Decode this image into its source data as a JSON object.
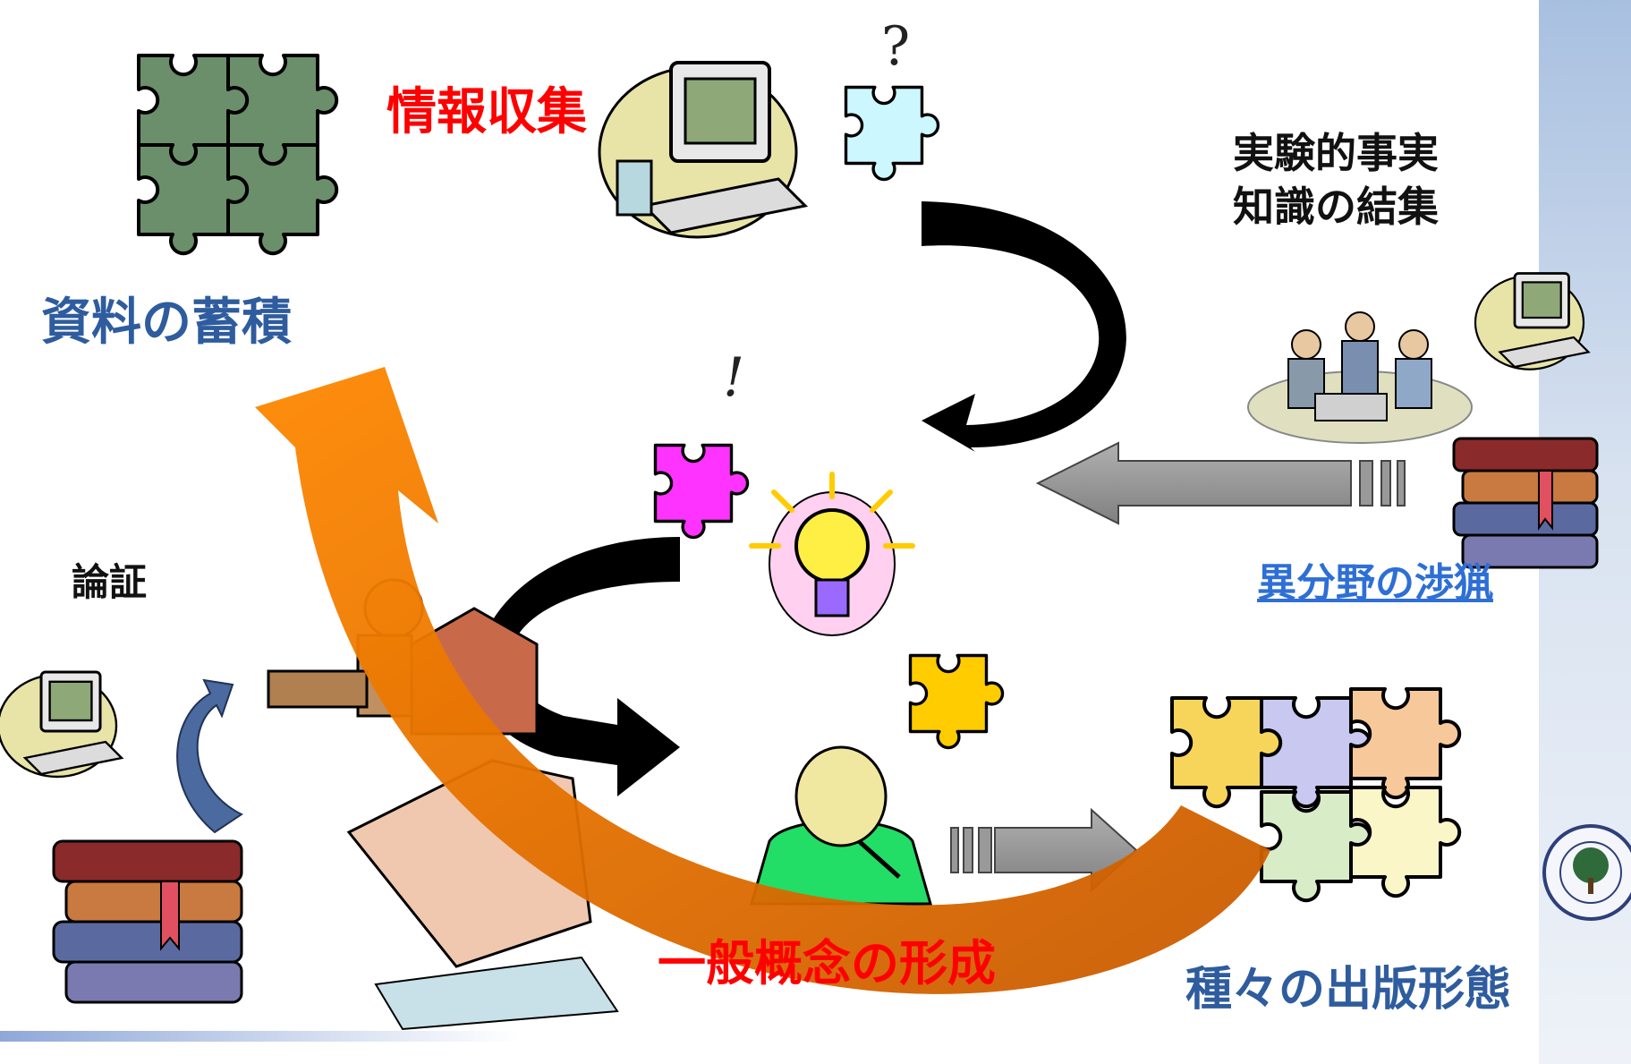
{
  "labels": {
    "info_gathering": "情報収集",
    "material_accumulation": "資料の蓄積",
    "experimental_facts": "実験的事実",
    "knowledge_assembly": "知識の結集",
    "argumentation": "論証",
    "other_fields": "異分野の渉猟",
    "general_concept": "一般概念の形成",
    "publication_forms": "種々の出版形態"
  },
  "marks": {
    "question": "?",
    "exclamation": "!"
  },
  "colors": {
    "red_text": "#ff0000",
    "blue_text": "#2e5c9e",
    "link_text": "#2e6fd6",
    "orange_arrow": "#f07800",
    "puzzle_green": "#6b8e6b",
    "puzzle_magenta": "#ff33ff",
    "puzzle_yellow": "#ffcc00",
    "puzzle_cyan": "#ccf7ff",
    "gray_arrow": "#999999",
    "navy_arrow": "#4a6aa0"
  },
  "icons": [
    "puzzle-piece-icon",
    "computer-icon",
    "books-icon",
    "lightbulb-icon",
    "people-meeting-icon",
    "thinker-icon",
    "writer-icon",
    "paper-stack-icon",
    "university-seal-icon"
  ]
}
